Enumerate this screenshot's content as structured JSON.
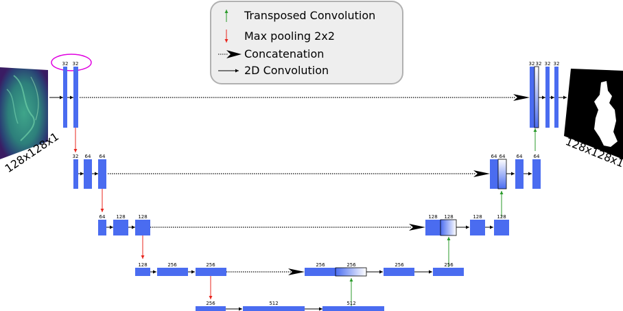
{
  "colors": {
    "block": "#4a6cf0",
    "pool_arrow": "#e8241c",
    "upconv_arrow": "#2a9a2a",
    "highlight": "#e000e0",
    "legend_bg": "#eeeeee",
    "legend_border": "#b0b0b0"
  },
  "legend": {
    "transposed": "Transposed Convolution",
    "maxpool": "Max pooling 2x2",
    "concat": "Concatenation",
    "conv2d": "2D Convolution"
  },
  "input_label": "128x128x1",
  "output_label": "128x128x1",
  "blocks": {
    "e1a": "32",
    "e1b": "32",
    "e2a": "32",
    "e2b": "64",
    "e2c": "64",
    "e3a": "64",
    "e3b": "128",
    "e3c": "128",
    "e4a": "128",
    "e4b": "256",
    "e4c": "256",
    "b1": "256",
    "b2": "512",
    "b3": "512",
    "d4a": "256",
    "d4b": "256",
    "d4c": "256",
    "d4d": "256",
    "d3a": "128",
    "d3b": "128",
    "d3c": "128",
    "d3d": "128",
    "d2a": "64",
    "d2b": "64",
    "d2c": "64",
    "d2d": "64",
    "d1a": "32",
    "d1b": "32",
    "d1c": "32",
    "d1d": "32"
  }
}
